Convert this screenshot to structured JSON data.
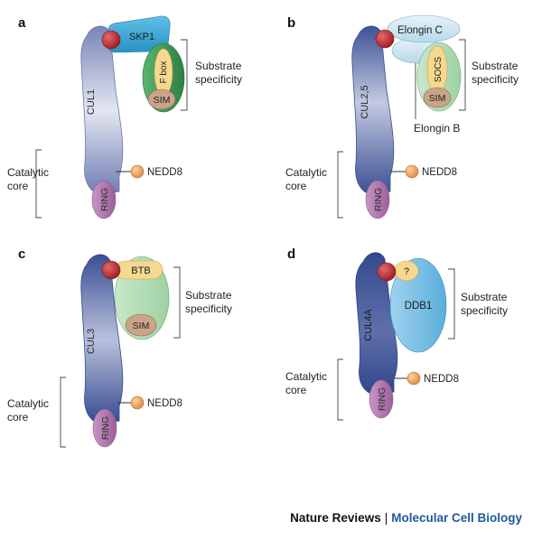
{
  "panels": {
    "a": {
      "letter": "a",
      "cullin": "CUL1",
      "adaptor": "SKP1",
      "receptor": "F box",
      "sim": "SIM",
      "ring": "RING",
      "nedd8": "NEDD8",
      "substrate_label": [
        "Substrate",
        "specificity"
      ],
      "catalytic_label": [
        "Catalytic",
        "core"
      ]
    },
    "b": {
      "letter": "b",
      "cullin": "CUL2,5",
      "adaptor": "Elongin C",
      "receptor": "SOCS",
      "sim": "SIM",
      "extra": "Elongin B",
      "ring": "RING",
      "nedd8": "NEDD8",
      "substrate_label": [
        "Substrate",
        "specificity"
      ],
      "catalytic_label": [
        "Catalytic",
        "core"
      ]
    },
    "c": {
      "letter": "c",
      "cullin": "CUL3",
      "adaptor": "BTB",
      "sim": "SIM",
      "ring": "RING",
      "nedd8": "NEDD8",
      "substrate_label": [
        "Substrate",
        "specificity"
      ],
      "catalytic_label": [
        "Catalytic",
        "core"
      ]
    },
    "d": {
      "letter": "d",
      "cullin": "CUL4A",
      "adaptor": "?",
      "receptor": "DDB1",
      "ring": "RING",
      "nedd8": "NEDD8",
      "substrate_label": [
        "Substrate",
        "specificity"
      ],
      "catalytic_label": [
        "Catalytic",
        "core"
      ]
    }
  },
  "footer": {
    "publisher": "Nature Reviews",
    "separator": "|",
    "journal": "Molecular Cell Biology"
  },
  "colors": {
    "cullin_dark": "#3b4f94",
    "cullin_light": "#dfe3ef",
    "ring": "#b47ab0",
    "red_ball": "#b8282c",
    "nedd8": "#f0a35a",
    "skp1": "#35a6d4",
    "green": "#3f9a57",
    "light_green": "#b7dfb9",
    "sim": "#c9a489",
    "yellow": "#f6d98e",
    "elongin": "#cfe6f1",
    "ddb1": "#7fc1e6"
  }
}
